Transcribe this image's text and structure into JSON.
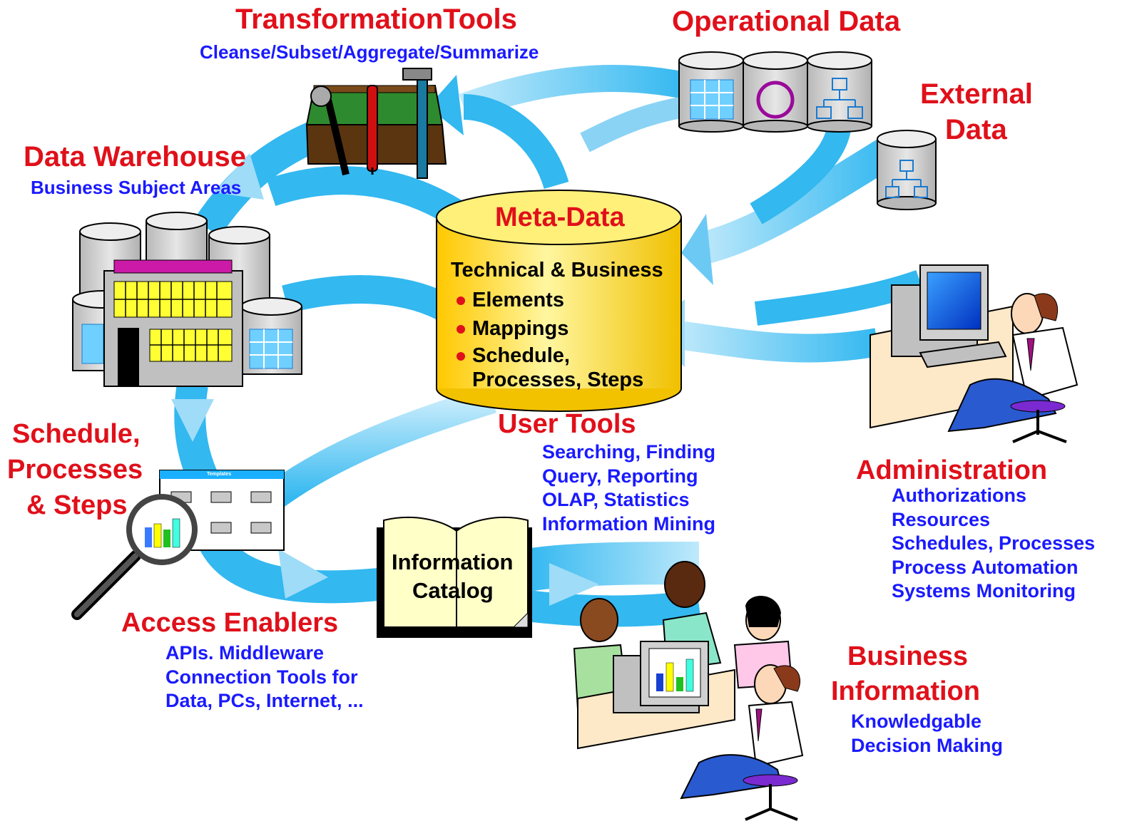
{
  "transformation": {
    "title": "TransformationTools",
    "subtitle": "Cleanse/Subset/Aggregate/Summarize"
  },
  "operational": {
    "title": "Operational Data"
  },
  "external": {
    "line1": "External",
    "line2": "Data"
  },
  "warehouse": {
    "title": "Data Warehouse",
    "subtitle": "Business Subject Areas"
  },
  "metadata": {
    "title": "Meta-Data",
    "heading": "Technical & Business",
    "items": [
      "Elements",
      "Mappings",
      "Schedule,",
      "Processes, Steps"
    ]
  },
  "schedule": {
    "line1": "Schedule,",
    "line2": "Processes",
    "line3": "& Steps",
    "window_title": "Templates"
  },
  "user_tools": {
    "title": "User Tools",
    "items": [
      "Searching, Finding",
      "Query, Reporting",
      "OLAP, Statistics",
      "Information Mining"
    ]
  },
  "administration": {
    "title": "Administration",
    "items": [
      "Authorizations",
      "Resources",
      "Schedules, Processes",
      "Process Automation",
      "Systems Monitoring"
    ]
  },
  "catalog": {
    "line1": "Information",
    "line2": "Catalog"
  },
  "access": {
    "title": "Access Enablers",
    "items": [
      "APIs. Middleware",
      "Connection Tools for",
      "Data, PCs, Internet, ..."
    ]
  },
  "business": {
    "line1": "Business",
    "line2": "Information",
    "items": [
      "Knowledgable",
      "Decision Making"
    ]
  },
  "colors": {
    "title_red": "#e0101a",
    "text_blue": "#1a1aff",
    "arrow_cyan": "#33b8f0",
    "cylinder_yellow": "#ffe94a"
  }
}
